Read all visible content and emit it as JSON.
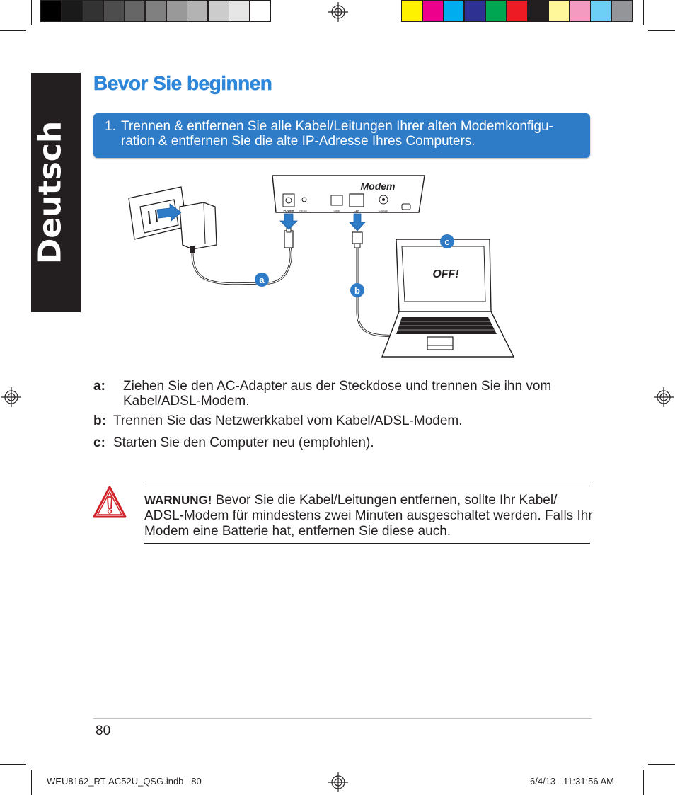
{
  "side_tab": {
    "label": "Deutsch"
  },
  "title": "Bevor Sie beginnen",
  "step": {
    "number": "1.",
    "text": "Trennen & entfernen Sie alle Kabel/Leitungen Ihrer alten Modemkonfigu-ration & entfernen Sie die alte IP-Adresse Ihres Computers."
  },
  "diagram": {
    "modem_label": "Modem",
    "port_labels": [
      "POWER",
      "RESET",
      "LINE",
      "LAN",
      "CABLE"
    ],
    "screen_text": "OFF!",
    "callouts": [
      "a",
      "b",
      "c"
    ]
  },
  "items": [
    {
      "label": "a:",
      "text": "Ziehen Sie den AC-Adapter aus der Steckdose und trennen Sie ihn vom Kabel/ADSL-Modem."
    },
    {
      "label": "b:",
      "text": "Trennen Sie das Netzwerkkabel vom Kabel/ADSL-Modem."
    },
    {
      "label": "c:",
      "text": "Starten Sie den Computer neu (empfohlen)."
    }
  ],
  "warning": {
    "label": "WARNUNG!",
    "text": " Bevor Sie die Kabel/Leitungen entfernen, sollte Ihr Kabel/ ADSL-Modem für mindestens zwei Minuten ausgeschaltet werden. Falls Ihr Modem eine Batterie hat, entfernen Sie diese auch."
  },
  "page_number": "80",
  "footer": {
    "left": "WEU8162_RT-AC52U_QSG.indb   80",
    "right": "6/4/13   11:31:56 AM"
  },
  "colors": {
    "accent": "#2e7bc8",
    "title": "#2e86d8",
    "tab": "#231f20",
    "warning_icon": "#d2232a",
    "gray_bar": [
      "#000000",
      "#1a1a1a",
      "#333333",
      "#4d4d4d",
      "#666666",
      "#808080",
      "#999999",
      "#b3b3b3",
      "#cccccc",
      "#e6e6e6",
      "#ffffff"
    ],
    "color_bar": [
      "#fff200",
      "#ec008c",
      "#00aeef",
      "#2e3192",
      "#00a651",
      "#ed1c24",
      "#231f20",
      "#fff799",
      "#f49ac1",
      "#6dcff6",
      "#939598"
    ]
  }
}
